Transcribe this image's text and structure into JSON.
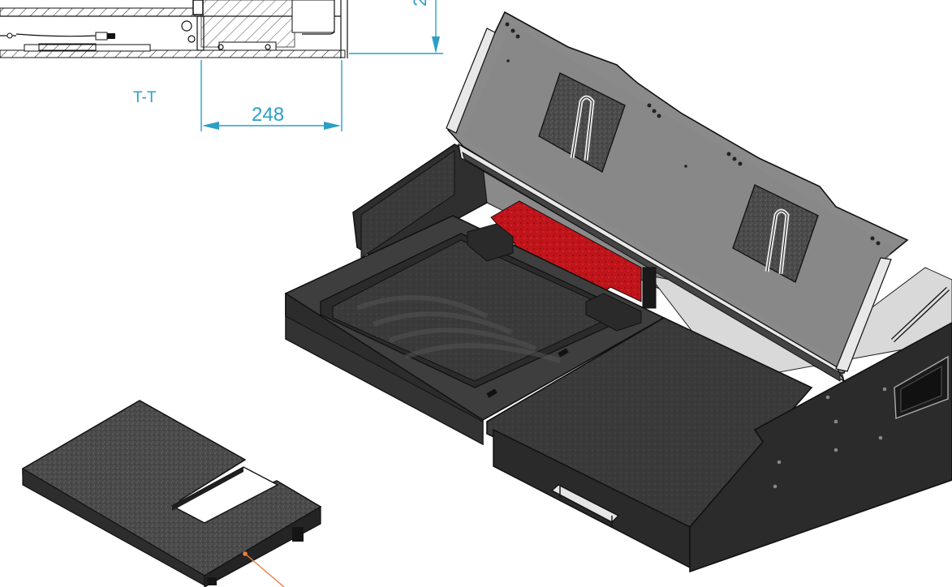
{
  "section_view": {
    "label": "T-T",
    "dim_horizontal": "248",
    "dim_vertical_partial": "2"
  },
  "colors": {
    "dimension": "#2a9fc7",
    "leader": "#e9803a",
    "case_dark": "#2b2b2b",
    "foam_red": "#c0141b",
    "foam_gray": "#3c3c3c",
    "aluminum": "#e8e8e8"
  }
}
